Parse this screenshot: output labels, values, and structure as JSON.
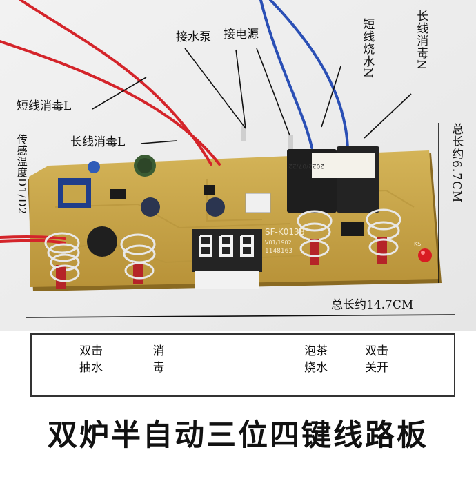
{
  "labels": {
    "pump": "接水泵",
    "power": "接电源",
    "short_wire_boil_n": "短线烧水N",
    "long_wire_disinfect_n": "长线消毒N",
    "short_wire_disinfect_l": "短线消毒L",
    "long_wire_disinfect_l": "长线消毒L",
    "sensor": "传感温度D1/D2",
    "height": "总长约6.7CM",
    "length": "总长约14.7CM"
  },
  "keys": [
    {
      "label": "双击\n抽水"
    },
    {
      "label": "消\n毒"
    },
    {
      "label": "泡茶\n烧水"
    },
    {
      "label": "双击\n关开"
    }
  ],
  "title": "双炉半自动三位四键线路板",
  "board_text": {
    "model": "SF-K013B",
    "version": "V01/1902",
    "code": "1148163",
    "relay_text": "2022/07/22",
    "led": "KS"
  },
  "colors": {
    "pcb": "#c8a548",
    "pcb_dark": "#a98630",
    "red_wire": "#d4242a",
    "blue_wire": "#2a4fb5",
    "relay": "#1e1e1e",
    "background": "#ffffff"
  }
}
